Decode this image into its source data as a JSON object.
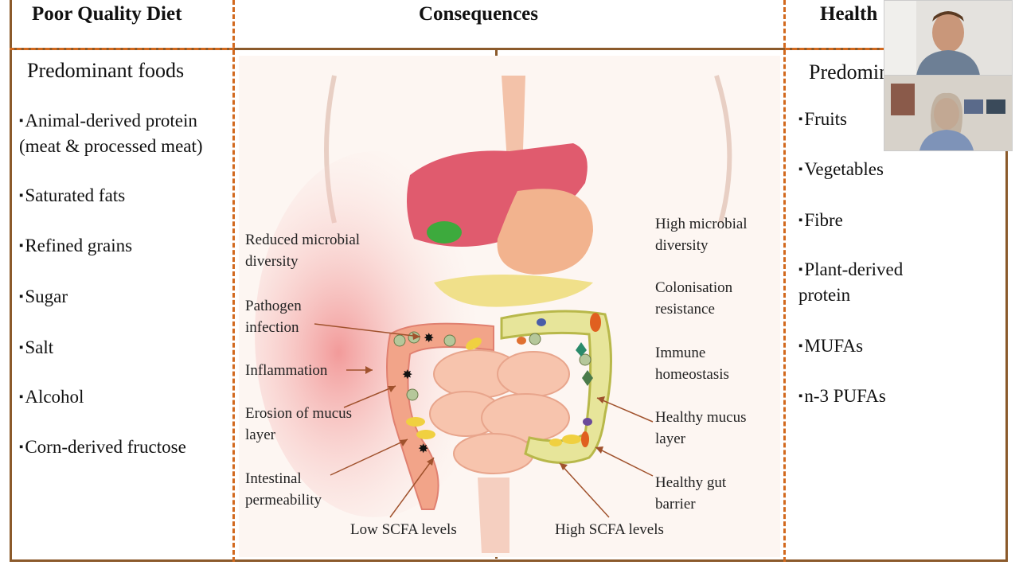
{
  "headers": {
    "left": "Poor Quality Diet",
    "center": "Consequences",
    "right": "Health"
  },
  "left_column": {
    "subheading": "Predominant foods",
    "items": [
      {
        "line1": "Animal-derived protein",
        "line2": "(meat & processed meat)"
      },
      {
        "line1": "Saturated fats"
      },
      {
        "line1": "Refined grains"
      },
      {
        "line1": "Sugar"
      },
      {
        "line1": "Salt"
      },
      {
        "line1": "Alcohol"
      },
      {
        "line1": "Corn-derived fructose"
      }
    ]
  },
  "right_column": {
    "subheading": "Predominant foods",
    "items": [
      {
        "line1": "Fruits"
      },
      {
        "line1": "Vegetables"
      },
      {
        "line1": "Fibre"
      },
      {
        "line1": "Plant-derived",
        "line2": "protein"
      },
      {
        "line1": "MUFAs"
      },
      {
        "line1": "n-3 PUFAs"
      }
    ]
  },
  "bullet_symbol": "▪",
  "left_labels": {
    "reduced_diversity": "Reduced microbial diversity",
    "pathogen": "Pathogen infection",
    "inflammation": "Inflammation",
    "erosion": "Erosion of mucus layer",
    "permeability": "Intestinal permeability",
    "low_scfa": "Low SCFA levels"
  },
  "right_labels": {
    "high_diversity": "High microbial diversity",
    "colonisation": "Colonisation resistance",
    "immune": "Immune homeostasis",
    "healthy_mucus": "Healthy mucus layer",
    "healthy_barrier": "Healthy gut barrier",
    "high_scfa": "High SCFA levels"
  },
  "colors": {
    "frame": "#8b5a2b",
    "dashed": "#d2691e",
    "arrow": "#a0522d"
  }
}
